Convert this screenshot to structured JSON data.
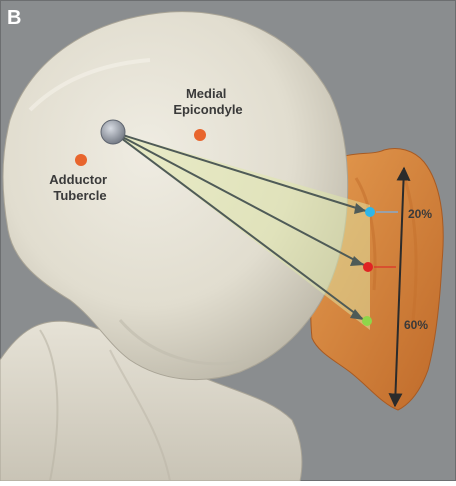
{
  "figure": {
    "panel_letter": "B",
    "colors": {
      "background": "#8a8d8f",
      "bone": "#e3dfd2",
      "bone_shadow": "#b7b2a3",
      "patella": "#d9863a",
      "patella_dark": "#b8662a",
      "pivot": "#9aa0aa",
      "line": "#4f5b57",
      "wedge": "#dfe8a8",
      "marker_top": "#2fb6e8",
      "marker_mid": "#e02424",
      "marker_bottom": "#8fd64a",
      "landmark": "#e8652d",
      "measure": "#2b2b2b"
    }
  },
  "labels": {
    "medial_epicondyle_line1": "Medial",
    "medial_epicondyle_line2": "Epicondyle",
    "adductor_tubercle_line1": "Adductor",
    "adductor_tubercle_line2": "Tubercle",
    "pct_20": "20%",
    "pct_60": "60%"
  },
  "markers": {
    "top_fraction": 0.2,
    "bottom_fraction": 0.6
  }
}
